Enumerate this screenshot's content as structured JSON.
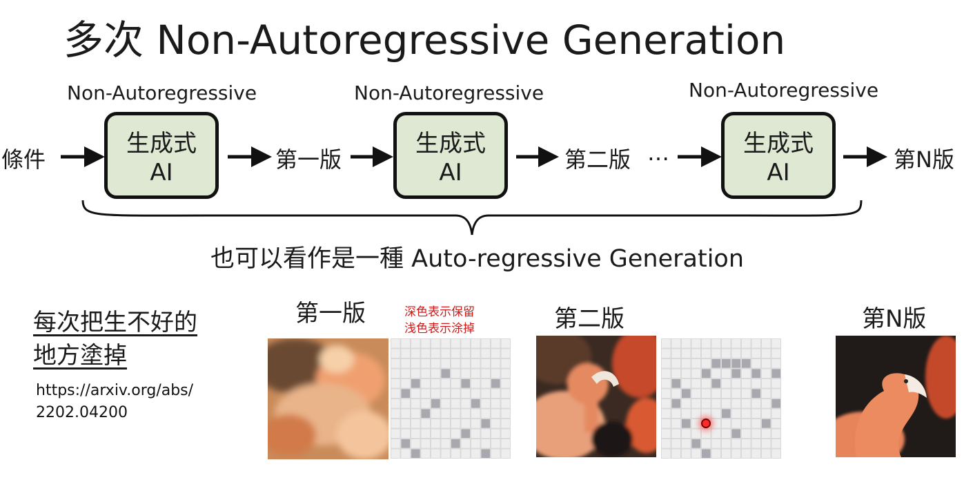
{
  "title": "多次 Non-Autoregressive Generation",
  "flow": {
    "na_label": "Non-Autoregressive",
    "box_line1": "生成式",
    "box_line2": "AI",
    "input": "條件",
    "v1": "第一版",
    "v2": "第二版",
    "ellipsis": "…",
    "vn": "第N版"
  },
  "summary": "也可以看作是一種 Auto-regressive Generation",
  "note": {
    "line1": "每次把生不好的",
    "line2": "地方塗掉"
  },
  "link": {
    "line1": "https://arxiv.org/abs/",
    "line2": "2202.04200"
  },
  "examples": {
    "v1_label": "第一版",
    "v2_label": "第二版",
    "vn_label": "第N版",
    "legend_line1": "深色表示保留",
    "legend_line2": "浅色表示涂掉"
  },
  "colors": {
    "box_fill": "#dfe8d2",
    "grid_light": "#eeeeee",
    "grid_dark": "#a8a8ae",
    "legend_red": "#d01818"
  }
}
